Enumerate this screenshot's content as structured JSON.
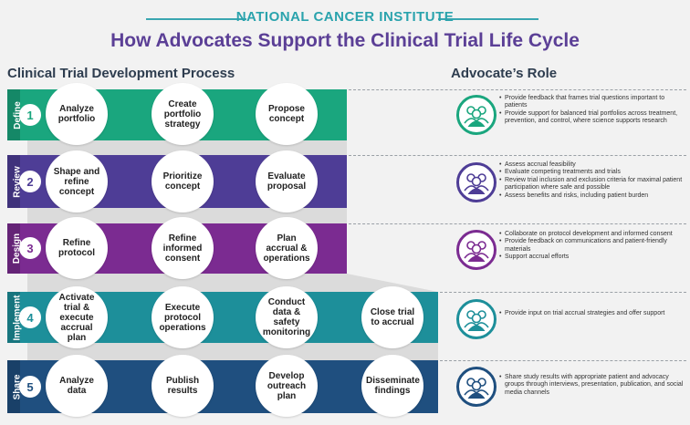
{
  "header": {
    "org": "NATIONAL CANCER INSTITUTE",
    "title": "How Advocates Support the Clinical Trial Life Cycle"
  },
  "left_heading": "Clinical Trial Development Process",
  "right_heading": "Advocate’s Role",
  "stages": [
    {
      "name": "Define",
      "number": "1",
      "color": "#1aa67e",
      "steps": [
        "Analyze portfolio",
        "Create portfolio strategy",
        "Propose concept"
      ],
      "role": [
        "Provide feedback that frames trial questions important to patients",
        "Provide support for balanced trial portfolios across treatment, prevention, and control, where science supports research"
      ]
    },
    {
      "name": "Review",
      "number": "2",
      "color": "#4e3d96",
      "steps": [
        "Shape and refine concept",
        "Prioritize concept",
        "Evaluate proposal"
      ],
      "role": [
        "Assess accrual feasibility",
        "Evaluate competing treatments and trials",
        "Review trial inclusion and exclusion criteria for maximal patient participation where safe and possible",
        "Assess benefits and risks, including patient burden"
      ]
    },
    {
      "name": "Design",
      "number": "3",
      "color": "#7b2b91",
      "steps": [
        "Refine protocol",
        "Refine informed consent",
        "Plan accrual & operations"
      ],
      "role": [
        "Collaborate on protocol development and informed consent",
        "Provide feedback on communications and patient-friendly materials",
        "Support accrual efforts"
      ]
    },
    {
      "name": "Implement",
      "number": "4",
      "color": "#1d8f9a",
      "steps": [
        "Activate trial & execute accrual plan",
        "Execute protocol operations",
        "Conduct data & safety monitoring",
        "Close trial to accrual"
      ],
      "role": [
        "Provide input on trial accrual strategies and offer support"
      ]
    },
    {
      "name": "Share",
      "number": "5",
      "color": "#1f4f7f",
      "steps": [
        "Analyze data",
        "Publish results",
        "Develop outreach plan",
        "Disseminate findings"
      ],
      "role": [
        "Share study results with appropriate patient and advocacy groups through interviews, presentation, publication, and social media channels"
      ]
    }
  ],
  "icons": {
    "stage_circle": "advocates-group-icon"
  }
}
